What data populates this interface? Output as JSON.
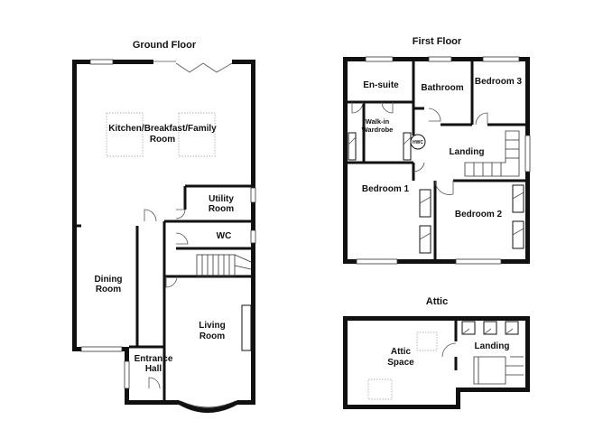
{
  "floors": {
    "ground": {
      "title": "Ground Floor",
      "rooms": {
        "kitchen_line1": "Kitchen/Breakfast/Family",
        "kitchen_line2": "Room",
        "utility_line1": "Utility",
        "utility_line2": "Room",
        "wc": "WC",
        "dining_line1": "Dining",
        "dining_line2": "Room",
        "living_line1": "Living",
        "living_line2": "Room",
        "entrance_line1": "Entrance",
        "entrance_line2": "Hall"
      }
    },
    "first": {
      "title": "First Floor",
      "rooms": {
        "ensuite": "En-suite",
        "bathroom": "Bathroom",
        "bedroom3": "Bedroom 3",
        "walkin_line1": "Walk-in",
        "walkin_line2": "Wardrobe",
        "hwc": "HWC",
        "landing": "Landing",
        "bedroom1": "Bedroom 1",
        "bedroom2": "Bedroom 2"
      }
    },
    "attic": {
      "title": "Attic",
      "rooms": {
        "space_line1": "Attic",
        "space_line2": "Space",
        "landing": "Landing"
      }
    }
  }
}
